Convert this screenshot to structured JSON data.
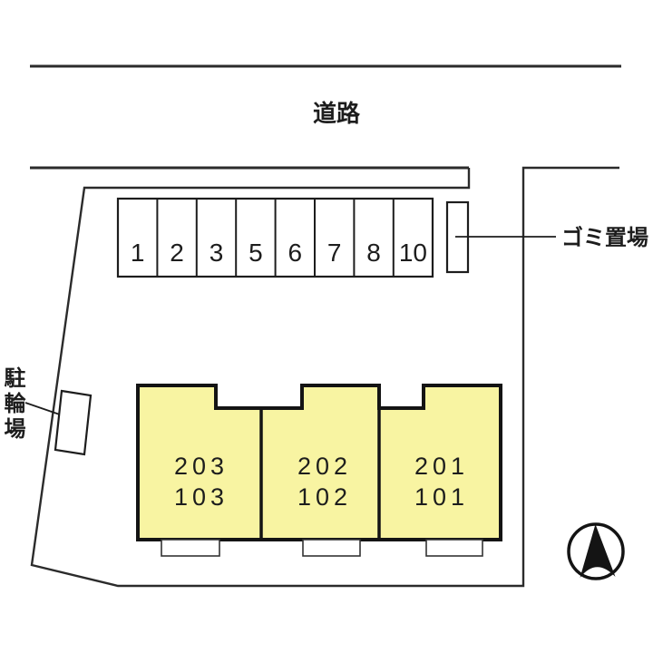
{
  "labels": {
    "road": "道路",
    "garbage_area": "ゴミ置場",
    "bicycle_parking": "駐輪場"
  },
  "parking": {
    "stalls": [
      "1",
      "2",
      "3",
      "5",
      "6",
      "7",
      "8",
      "10"
    ]
  },
  "building": {
    "units": [
      {
        "upper": "203",
        "lower": "103"
      },
      {
        "upper": "202",
        "lower": "102"
      },
      {
        "upper": "201",
        "lower": "101"
      }
    ]
  },
  "icons": {
    "compass": "north-arrow-icon"
  },
  "colors": {
    "building_fill": "#F8F4A2",
    "line": "#2b2b2b",
    "outline": "#141414"
  }
}
